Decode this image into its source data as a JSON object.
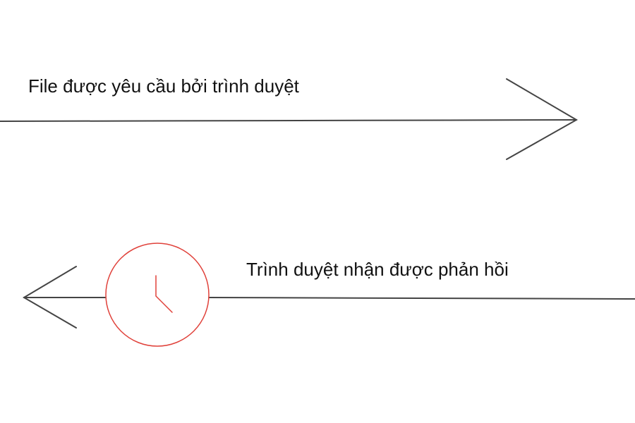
{
  "request": {
    "label": "File được yêu cầu bởi trình duyệt",
    "direction": "right"
  },
  "response": {
    "label": "Trình duyệt nhận được phản hồi",
    "direction": "left",
    "icon": "clock-icon"
  },
  "colors": {
    "arrow": "#444444",
    "clock": "#e0413a",
    "text": "#111111",
    "background": "#ffffff"
  }
}
